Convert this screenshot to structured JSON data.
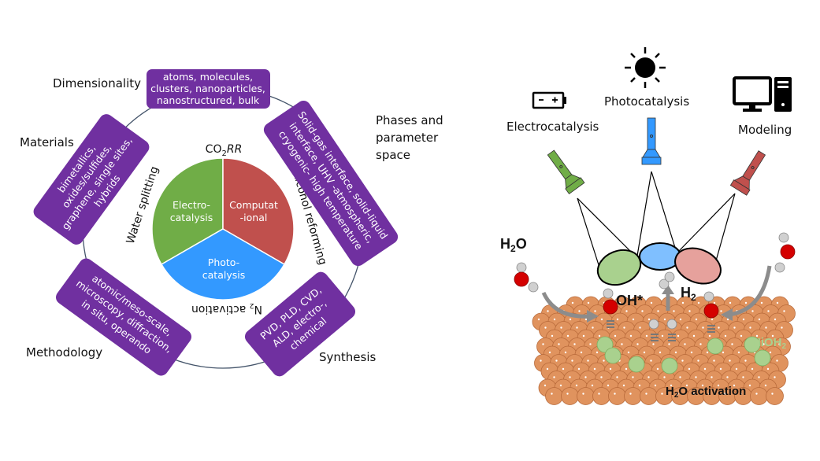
{
  "left_diagram": {
    "categories": {
      "dimensionality": {
        "label": "Dimensionality",
        "lines": [
          "atoms, molecules,",
          "clusters, nanoparticles,",
          "nanostructured, bulk"
        ]
      },
      "materials": {
        "label": "Materials",
        "lines": [
          "bimetallics,",
          "oxides/sulfides,",
          "graphene, single sites,",
          "hybrids"
        ]
      },
      "phases": {
        "label_lines": [
          "Phases and",
          "parameter",
          "space"
        ],
        "lines": [
          "Solid-gas interface, solid-liquid",
          "interface, UHV -atmospheric,",
          "cryogenic- high temperature"
        ]
      },
      "methodology": {
        "label": "Methodology",
        "lines": [
          "atomic/meso-scale,",
          "microscopy, diffraction,",
          "in situ, operando"
        ]
      },
      "synthesis": {
        "label": "Synthesis",
        "lines": [
          "PVD, PLD, CVD,",
          "ALD, electro-,",
          "chemical"
        ]
      }
    },
    "reactions": {
      "co2rr": "CO",
      "co2rr_sub": "2",
      "co2rr_suffix": "RR",
      "water": "Water splitting",
      "alcohol": "Alcohol reforming",
      "n2": "N",
      "n2_sub": "2",
      "n2_suffix": " activation"
    },
    "pie": [
      {
        "lines": [
          "Electro-",
          "catalysis"
        ],
        "color": "#70ad47"
      },
      {
        "lines": [
          "Computat",
          "-ional"
        ],
        "color": "#c0504d"
      },
      {
        "lines": [
          "Photo-",
          "catalysis"
        ],
        "color": "#3399ff"
      }
    ]
  },
  "right_diagram": {
    "electro": "Electrocatalysis",
    "photo": "Photocatalysis",
    "modeling": "Modeling",
    "h2o": "H",
    "h2o_sub": "2",
    "h2o_suffix": "O",
    "oh": "OH*",
    "h2": "H",
    "h2_sub": "2",
    "nioh": "NiOH",
    "nioh_sub": "2",
    "activation": "H",
    "activation_sub": "2",
    "activation_suffix": "O activation",
    "colors": {
      "green": "#70ad47",
      "blue": "#3399ff",
      "red": "#c0504d",
      "purple": "#7030a0",
      "copper": "#e0935e"
    }
  }
}
